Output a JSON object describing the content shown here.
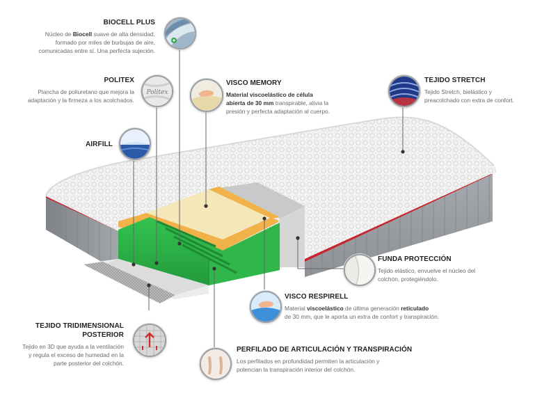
{
  "labels": {
    "biocell": {
      "title": "BIOCELL PLUS",
      "desc_a": "Núcleo de ",
      "desc_bold": "Biocell",
      "desc_b": " suave de alta densidad,",
      "line2": "formado por miles de burbujas de aire,",
      "line3": "comunicadas entre sí. Una perfecta sujeción."
    },
    "politex": {
      "title": "POLITEX",
      "line1": "Plancha de poliuretano que mejora la",
      "line2": "adaptación y la firmeza a los acolchados."
    },
    "airfill": {
      "title": "AIRFILL"
    },
    "visco_memory": {
      "title": "VISCO MEMORY",
      "bold1": "Material viscoelástico de célula",
      "bold2": "abierta de 30 mm",
      "rest2": " transpirable, alivia la",
      "line3": "presión y perfecta adaptación al cuerpo."
    },
    "tejido_stretch": {
      "title": "TEJIDO STRETCH",
      "line1": "Tejido Stretch, bielástico y",
      "line2": "preacolchado con extra de confort."
    },
    "funda": {
      "title": "FUNDA PROTECCIÓN",
      "line1": "Tejido elástico, envuelve el núcleo del",
      "line2": "colchón, protegiéndolo."
    },
    "visco_respirell": {
      "title": "VISCO RESPIRELL",
      "a": "Material ",
      "bold1": "viscoelástico",
      "b": " de última generación ",
      "bold2": "reticulado",
      "line2": "de 30 mm, que le aporta un extra de confort y transpiración."
    },
    "tejido_3d": {
      "title1": "TEJIDO TRIDIMENSIONAL",
      "title2": "POSTERIOR",
      "line1": "Tejido en 3D que ayuda a la ventilación",
      "line2": "y regula el exceso de humedad en la",
      "line3": "parte posterior del colchón."
    },
    "perfilado": {
      "title": "PERFILADO DE ARTICULACIÓN Y TRANSPIRACIÓN",
      "line1": "Los perfilados en profundidad permiten la articulación y",
      "line2": "potencian la transpiración interior del colchón."
    }
  },
  "badge_text": {
    "politex": "Politex"
  },
  "icons": [
    "biocell-icon",
    "politex-icon",
    "airfill-icon",
    "visco-memory-icon",
    "tejido-stretch-icon",
    "funda-icon",
    "visco-respirell-icon",
    "tejido-3d-icon",
    "perfilado-icon"
  ],
  "colors": {
    "core_green": "#2fc24d",
    "foam_yellow": "#f4e7b8",
    "foam_orange": "#f2b24a",
    "red_stripe": "#c8242d",
    "side_gray": "#9ea2a6"
  }
}
